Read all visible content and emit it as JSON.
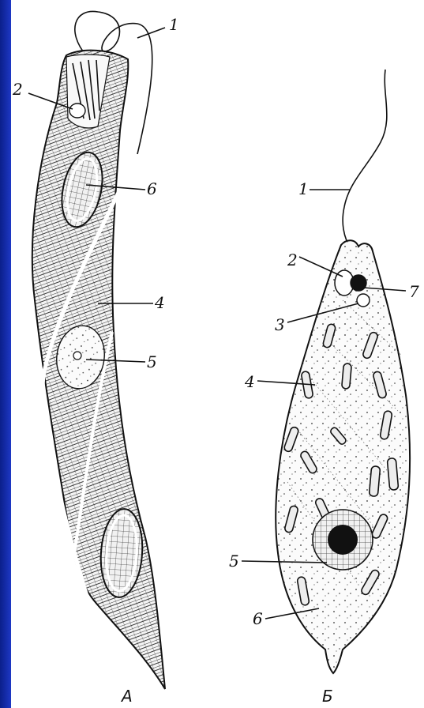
{
  "colors": {
    "slide_bar": "#1d37c4",
    "ink": "#111111",
    "body_fill": "#efefef"
  },
  "figure_a": {
    "caption": "А",
    "labels": {
      "l1": "1",
      "l2": "2",
      "l4": "4",
      "l5": "5",
      "l6": "6"
    }
  },
  "figure_b": {
    "caption": "Б",
    "labels": {
      "l1": "1",
      "l2": "2",
      "l3": "3",
      "l4": "4",
      "l5": "5",
      "l6": "6",
      "l7": "7"
    }
  }
}
